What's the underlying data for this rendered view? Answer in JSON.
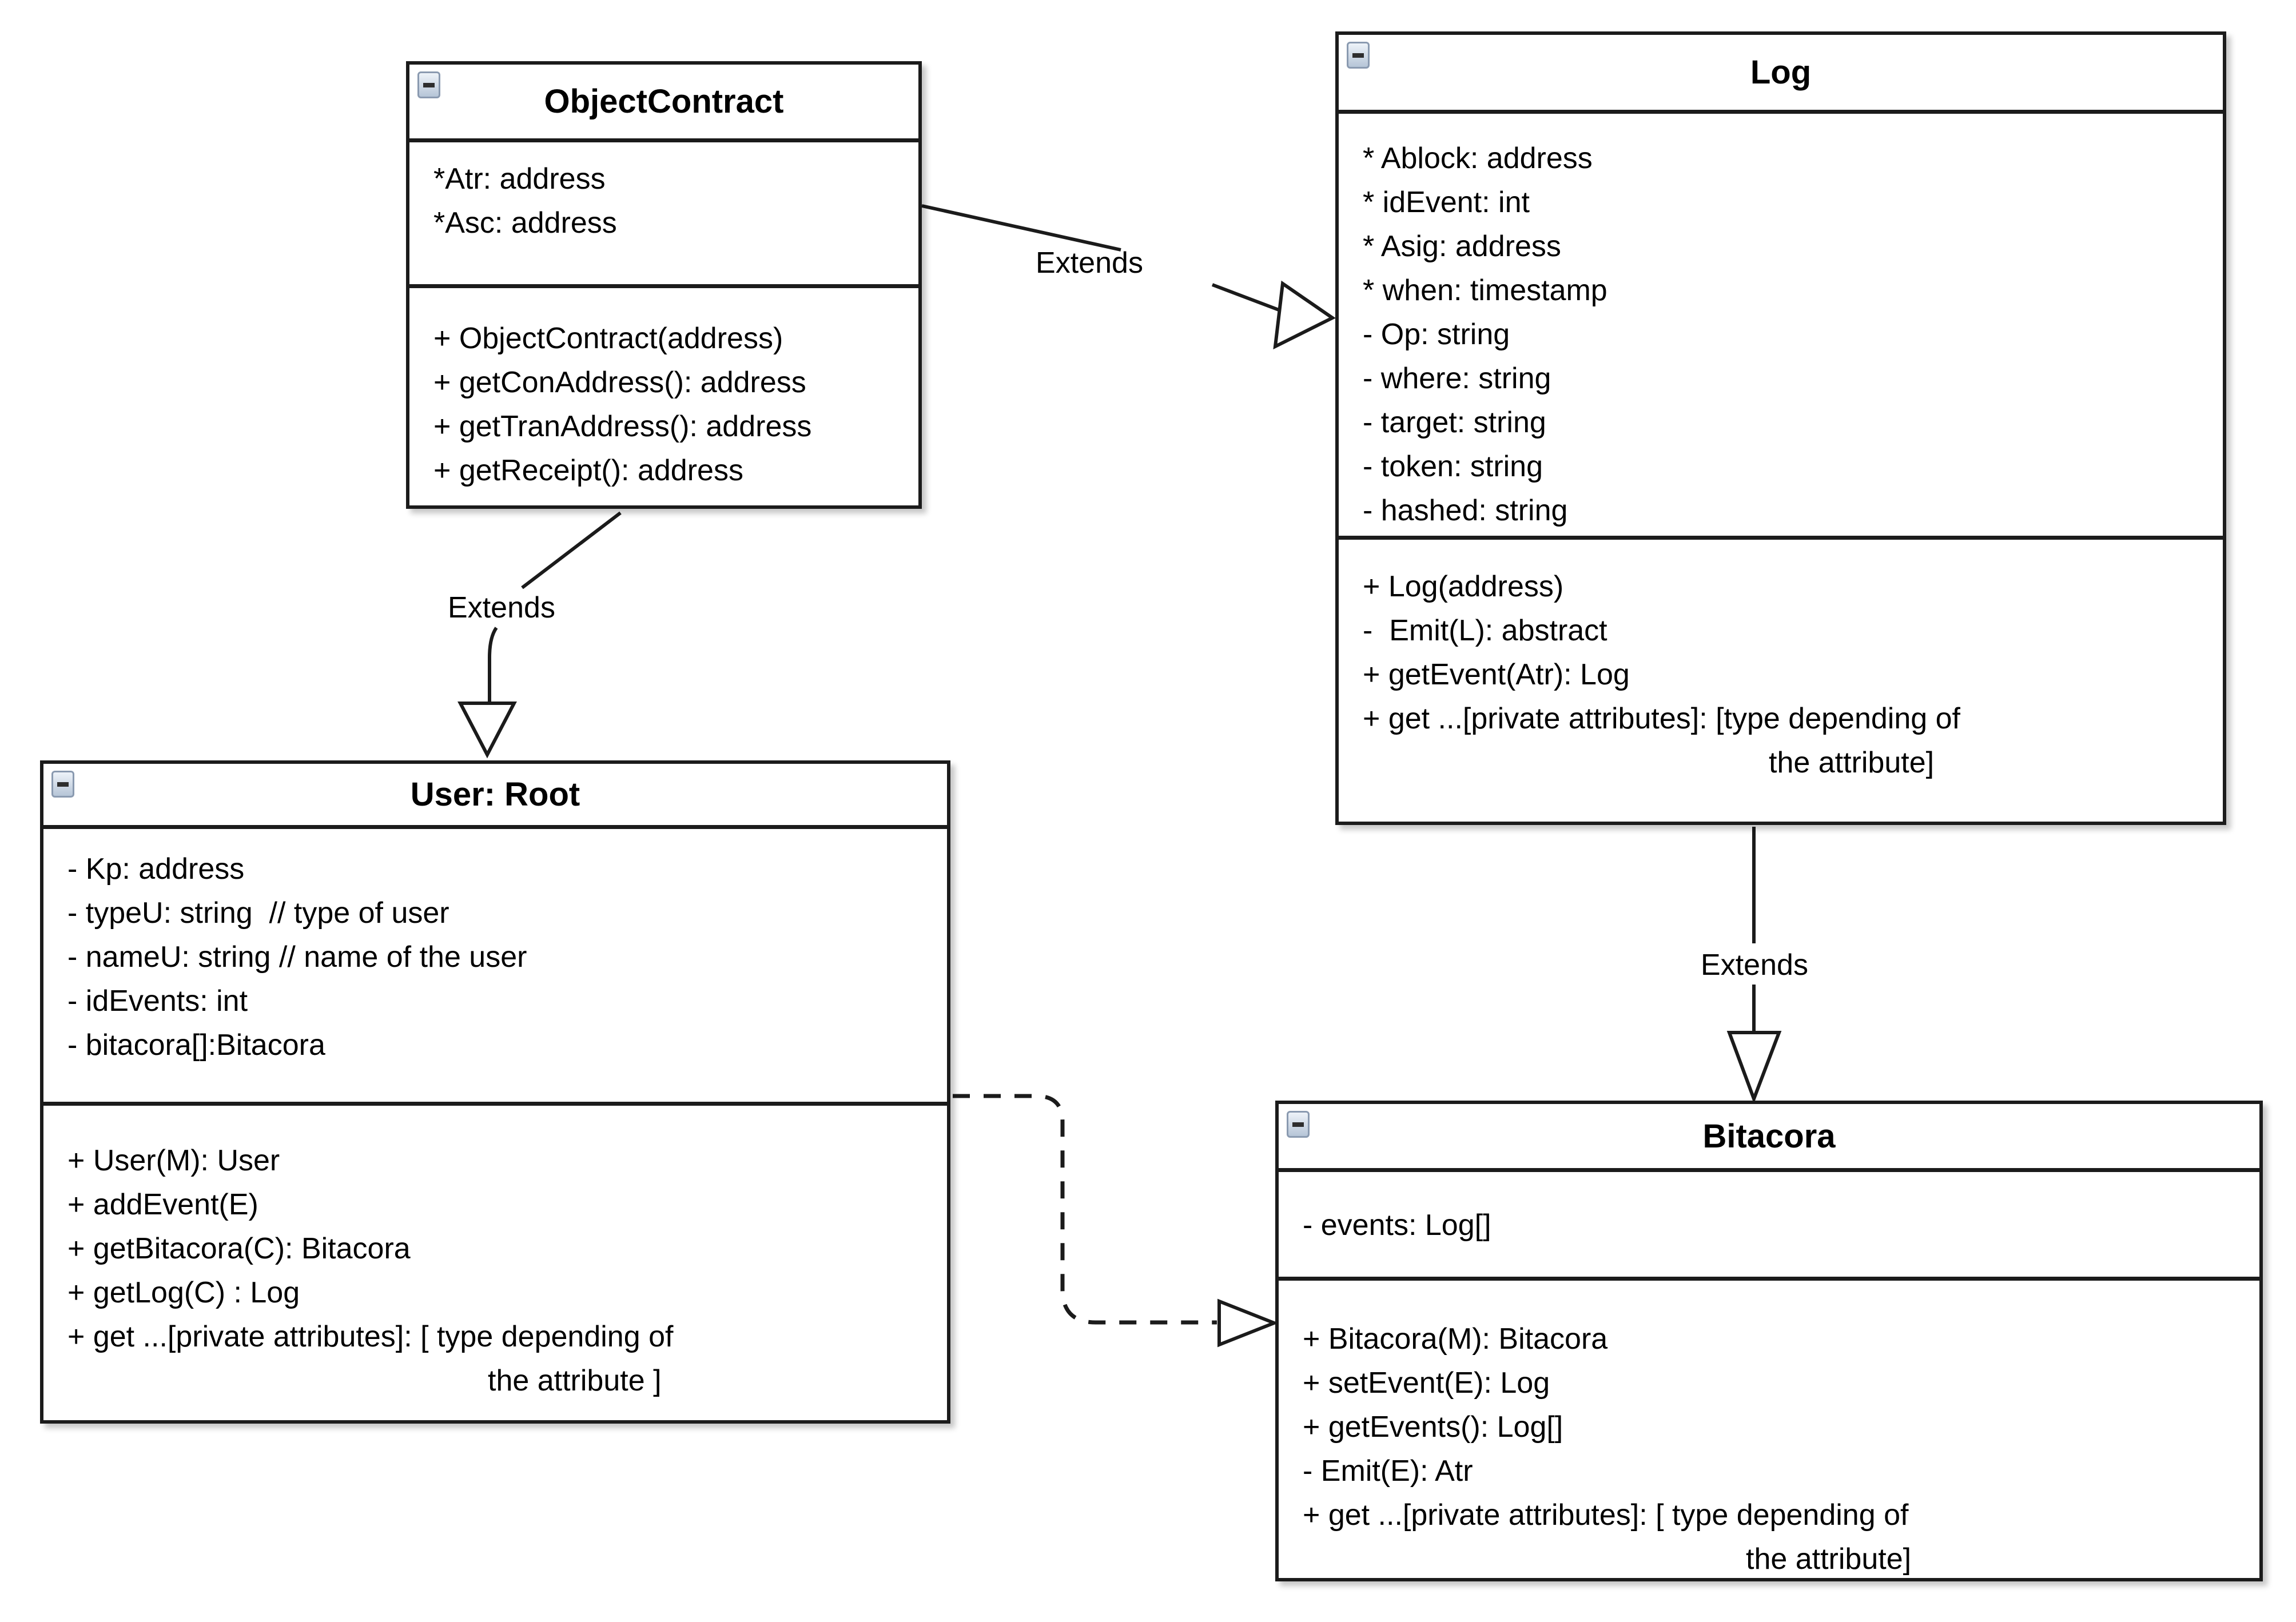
{
  "diagram": {
    "background": "#ffffff",
    "colors": {
      "box_border": "#1b1b1b",
      "text": "#000000",
      "collapse_icon_bg_top": "#eef3f9",
      "collapse_icon_bg_bottom": "#b6c5d7",
      "collapse_icon_border": "#8a9ab0",
      "collapse_icon_minus": "#2e2e2e"
    },
    "icons": {
      "collapse": "collapse-minus-icon"
    },
    "classes": [
      {
        "id": "objectcontract",
        "title": "ObjectContract",
        "attributes": [
          {
            "text": "*Atr: address"
          },
          {
            "text": "*Asc: address"
          }
        ],
        "methods": [
          {
            "text": "+ ObjectContract(address)"
          },
          {
            "text": "+ getConAddress(): address"
          },
          {
            "text": "+ getTranAddress(): address"
          },
          {
            "text": "+ getReceipt(): address"
          }
        ]
      },
      {
        "id": "log",
        "title": "Log",
        "attributes": [
          {
            "text": "* Ablock: address"
          },
          {
            "text": "* idEvent: int"
          },
          {
            "text": "* Asig: address"
          },
          {
            "text": "* when: timestamp"
          },
          {
            "text": "- Op: string"
          },
          {
            "text": "- where: string"
          },
          {
            "text": "- target: string"
          },
          {
            "text": "- token: string"
          },
          {
            "text": "- hashed: string"
          }
        ],
        "methods": [
          {
            "text": "+ Log(address)"
          },
          {
            "text": "-  Emit(L): abstract"
          },
          {
            "text": "+ getEvent(Atr): Log"
          },
          {
            "text": "+ get ...[private attributes]: [type depending of"
          },
          {
            "text": "the attribute]",
            "indent": true
          }
        ]
      },
      {
        "id": "user-root",
        "title": "User: Root",
        "attributes": [
          {
            "text": "- Kp: address"
          },
          {
            "text": "- typeU: string  // type of user"
          },
          {
            "text": "- nameU: string // name of the user"
          },
          {
            "text": "- idEvents: int"
          },
          {
            "text": "- bitacora[]:Bitacora"
          }
        ],
        "methods": [
          {
            "text": "+ User(M): User"
          },
          {
            "text": "+ addEvent(E)"
          },
          {
            "text": "+ getBitacora(C): Bitacora"
          },
          {
            "text": "+ getLog(C) : Log"
          },
          {
            "text": "+ get ...[private attributes]: [ type depending of"
          },
          {
            "text": "the attribute ]",
            "indent": true
          }
        ]
      },
      {
        "id": "bitacora",
        "title": "Bitacora",
        "attributes": [
          {
            "text": "- events: Log[]"
          }
        ],
        "methods": [
          {
            "text": "+ Bitacora(M): Bitacora"
          },
          {
            "text": "+ setEvent(E): Log"
          },
          {
            "text": "+ getEvents(): Log[]"
          },
          {
            "text": "- Emit(E): Atr"
          },
          {
            "text": "+ get ...[private attributes]: [ type depending of"
          },
          {
            "text": "the attribute]",
            "indent": true
          }
        ]
      }
    ],
    "connectors": [
      {
        "id": "objectcontract-to-log",
        "from": "ObjectContract",
        "to": "Log",
        "label": "Extends",
        "line": "solid",
        "arrow": "hollow-triangle"
      },
      {
        "id": "objectcontract-to-user-root",
        "from": "ObjectContract",
        "to": "User: Root",
        "label": "Extends",
        "line": "solid",
        "arrow": "hollow-triangle"
      },
      {
        "id": "log-to-bitacora",
        "from": "Log",
        "to": "Bitacora",
        "label": "Extends",
        "line": "solid",
        "arrow": "hollow-triangle"
      },
      {
        "id": "user-root-to-bitacora",
        "from": "User: Root",
        "to": "Bitacora",
        "label": "",
        "line": "dashed",
        "arrow": "hollow-triangle"
      }
    ]
  }
}
